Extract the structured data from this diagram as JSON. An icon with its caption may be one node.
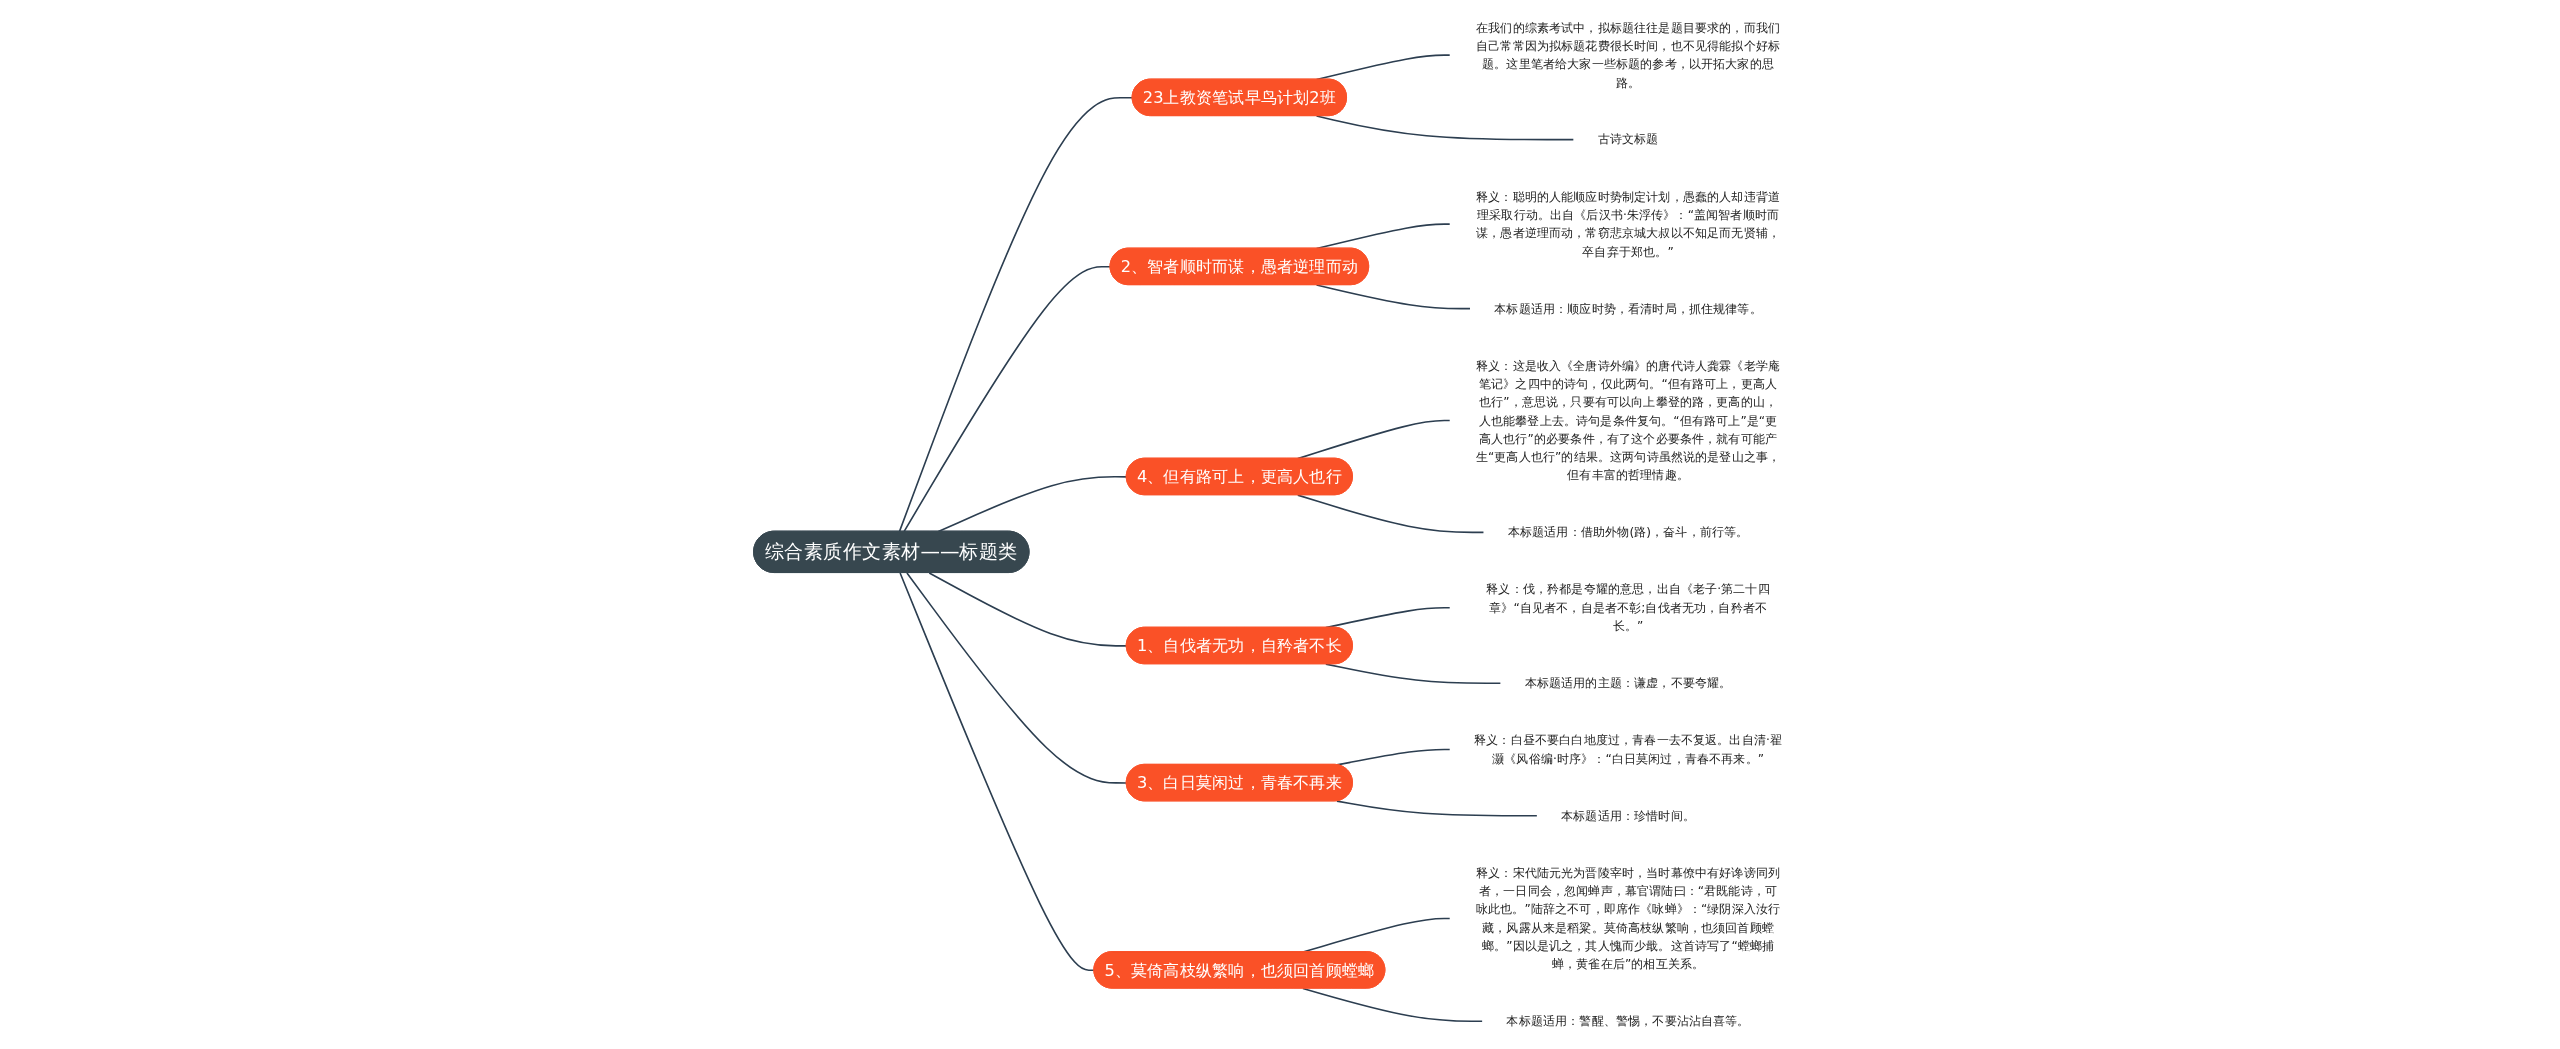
{
  "diagram": {
    "nodes": [
      {
        "text": [
          "综合素质作文素材——标题类"
        ]
      },
      {
        "text": [
          "23上教资笔试早鸟计划2班"
        ]
      },
      {
        "text": [
          "在我们的综素考试中，拟标题往往是题目要求的，而我们自己常常因为拟标题花费很长时间，也不见得能拟个好标题。这里笔者给大家一些标题的参考，以开拓大家的思路。"
        ]
      },
      {
        "text": [
          "古诗文标题"
        ]
      },
      {
        "text": [
          "2、智者顺时而谋，愚者逆理而动"
        ]
      },
      {
        "text": [
          "释义：聪明的人能顺应时势制定计划，愚蠢的人却违背道理采取行动。出自《后汉书·朱浮传》：“盖闻智者顺时而谋，愚者逆理而动，常窃悲京城大叔以不知足而无贤辅，卒自弃于郑也。”"
        ]
      },
      {
        "text": [
          "本标题适用：顺应时势，看清时局，抓住规律等。"
        ]
      },
      {
        "text": [
          "4、但有路可上，更高人也行"
        ]
      },
      {
        "text": [
          "释义：这是收入《全唐诗外编》的唐代诗人龚霖《老学庵笔记》之四中的诗句，仅此两句。“但有路可上，更高人也行”，意思说，只要有可以向上攀登的路，更高的山，人也能攀登上去。诗句是条件复句。“但有路可上”是“更高人也行”的必要条件，有了这个必要条件，就有可能产生“更高人也行”的结果。这两句诗虽然说的是登山之事，但有丰富的哲理情趣。"
        ]
      },
      {
        "text": [
          "本标题适用：借助外物(路)，奋斗，前行等。"
        ]
      },
      {
        "text": [
          "1、自伐者无功，自矜者不长"
        ]
      },
      {
        "text": [
          "释义：伐，矜都是夸耀的意思，出自《老子·第二十四章》“自见者不，自是者不彰;自伐者无功，自矜者不长。”"
        ]
      },
      {
        "text": [
          "本标题适用的主题：谦虚，不要夸耀。"
        ]
      },
      {
        "text": [
          "3、白日莫闲过，青春不再来"
        ]
      },
      {
        "text": [
          "释义：白昼不要白白地度过，青春一去不复返。出自清·翟灏《风俗编·时序》：“白日莫闲过，青春不再来。”"
        ]
      },
      {
        "text": [
          "本标题适用：珍惜时间。"
        ]
      },
      {
        "text": [
          "5、莫倚高枝纵繁响，也须回首顾螳螂"
        ]
      },
      {
        "text": [
          "释义：宋代陆元光为晋陵宰时，当时幕僚中有好谗谤同列者，一日同会，忽闻蝉声，幕官谓陆曰：“君既能诗，可咏此也。”陆辞之不可，即席作《咏蝉》：“绿阴深入汝行藏，风露从来是稻粱。莫倚高枝纵繁响，也须回首顾螳螂。”因以是讥之，其人愧而少戢。这首诗写了“螳螂捕蝉，黄雀在后”的相互关系。"
        ]
      },
      {
        "text": [
          "本标题适用：警醒、警惕，不要沾沾自喜等。"
        ]
      }
    ],
    "edges": [
      {
        "from": 0,
        "to": 1,
        "arrow": "none"
      },
      {
        "from": 1,
        "to": 2,
        "arrow": "none"
      },
      {
        "from": 1,
        "to": 3,
        "arrow": "none"
      },
      {
        "from": 0,
        "to": 4,
        "arrow": "none"
      },
      {
        "from": 4,
        "to": 5,
        "arrow": "none"
      },
      {
        "from": 4,
        "to": 6,
        "arrow": "none"
      },
      {
        "from": 0,
        "to": 7,
        "arrow": "none"
      },
      {
        "from": 7,
        "to": 8,
        "arrow": "none"
      },
      {
        "from": 7,
        "to": 9,
        "arrow": "none"
      },
      {
        "from": 0,
        "to": 10,
        "arrow": "none"
      },
      {
        "from": 10,
        "to": 11,
        "arrow": "none"
      },
      {
        "from": 10,
        "to": 12,
        "arrow": "none"
      },
      {
        "from": 0,
        "to": 13,
        "arrow": "none"
      },
      {
        "from": 13,
        "to": 14,
        "arrow": "none"
      },
      {
        "from": 13,
        "to": 15,
        "arrow": "none"
      },
      {
        "from": 0,
        "to": 16,
        "arrow": "none"
      },
      {
        "from": 16,
        "to": 17,
        "arrow": "none"
      },
      {
        "from": 16,
        "to": 18,
        "arrow": "none"
      }
    ]
  }
}
